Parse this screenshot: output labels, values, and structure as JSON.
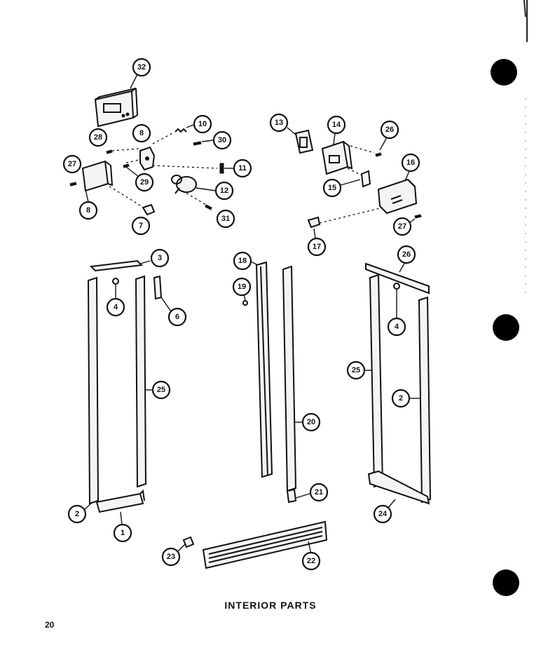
{
  "caption": "INTERIOR PARTS",
  "page_number": "20",
  "callouts": [
    "32",
    "28",
    "8",
    "10",
    "30",
    "11",
    "27",
    "29",
    "8",
    "12",
    "7",
    "31",
    "13",
    "14",
    "26",
    "15",
    "16",
    "17",
    "27",
    "3",
    "4",
    "6",
    "25",
    "2",
    "1",
    "18",
    "19",
    "20",
    "21",
    "26",
    "4",
    "25",
    "2",
    "24",
    "23",
    "22"
  ]
}
